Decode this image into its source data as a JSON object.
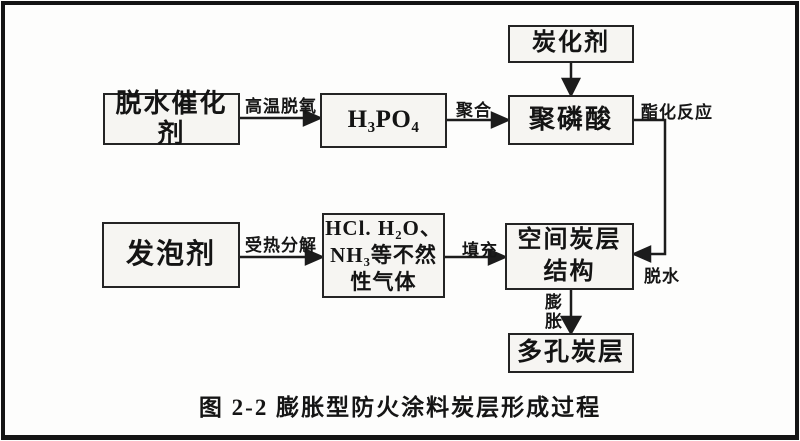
{
  "figure": {
    "caption": "图 2-2 膨胀型防火涂料炭层形成过程"
  },
  "nodes": {
    "dehydration_catalyst": {
      "label": "脱水催化剂"
    },
    "h3po4": {
      "label": "H₃PO₄"
    },
    "char_agent": {
      "label": "炭化剂"
    },
    "polyphosphoric_acid": {
      "label": "聚磷酸"
    },
    "foaming_agent": {
      "label": "发泡剂"
    },
    "gases": {
      "lines": [
        "HCl. H₂O、",
        "NH₃等不然",
        "性气体"
      ]
    },
    "spatial_char_structure": {
      "lines": [
        "空间炭层",
        "结构"
      ]
    },
    "porous_char_layer": {
      "label": "多孔炭层"
    }
  },
  "edge_labels": {
    "high_temp_deoxygenation": "高温脱氧",
    "polymerization": "聚合",
    "esterification": "酯化反应",
    "dehydration": "脱水",
    "thermal_decomposition": "受热分解",
    "filling": "填充",
    "expansion_char1": "膨",
    "expansion_char2": "胀"
  },
  "colors": {
    "ink": "#141414",
    "box_fill": "#f6f5f2",
    "background": "#fdfdfc"
  }
}
